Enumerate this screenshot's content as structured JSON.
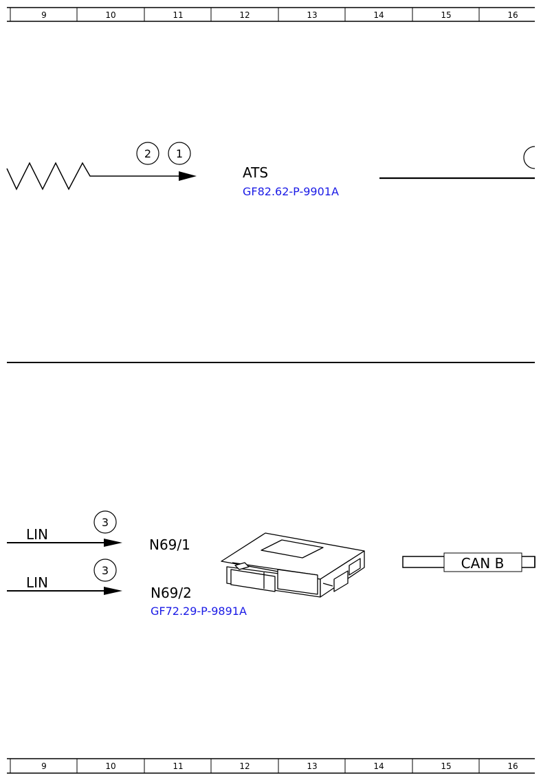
{
  "grid": {
    "columns": [
      "9",
      "10",
      "11",
      "12",
      "13",
      "14",
      "15",
      "16"
    ]
  },
  "ats_section": {
    "title": "ATS",
    "link": "GF82.62-P-9901A",
    "callouts": [
      "2",
      "1"
    ]
  },
  "n69_section": {
    "bus_label_1": "LIN",
    "bus_label_2": "LIN",
    "callout_1": "3",
    "callout_2": "3",
    "module_1": "N69/1",
    "module_2": "N69/2",
    "link": "GF72.29-P-9891A",
    "can_label": "CAN B"
  }
}
